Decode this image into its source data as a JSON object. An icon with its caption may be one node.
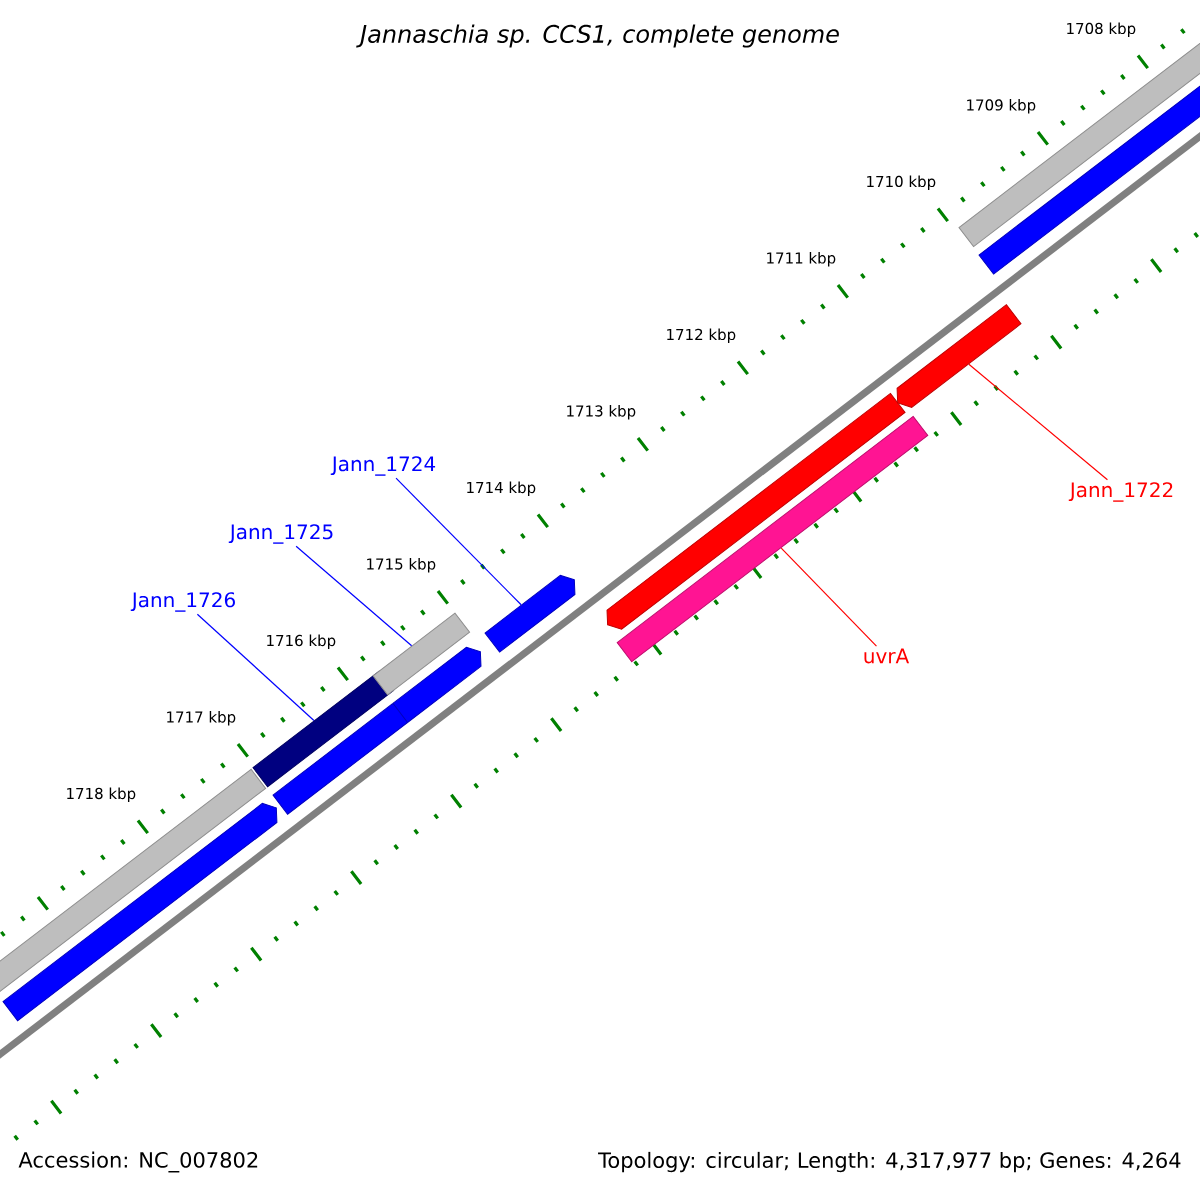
{
  "diagram": {
    "title": "Jannaschia sp. CCS1, complete genome",
    "nodes": [
      {
        "text": [
          "Jann_1724"
        ]
      },
      {
        "text": [
          "Jann_1725"
        ]
      },
      {
        "text": [
          "Jann_1726"
        ]
      },
      {
        "text": [
          "Jann_1722"
        ]
      },
      {
        "text": [
          "uvrA"
        ]
      },
      {
        "text": [],
        "shape": "bar"
      },
      {
        "text": [],
        "shape": "bar"
      },
      {
        "text": [],
        "shape": "arrow"
      },
      {
        "text": [],
        "shape": "bar"
      },
      {
        "text": [],
        "shape": "arrow"
      }
    ],
    "edges": [
      {
        "from": 0,
        "to": 7,
        "arrow": "none"
      },
      {
        "from": 1,
        "to": 6,
        "arrow": "none"
      },
      {
        "from": 2,
        "to": 5,
        "arrow": "none"
      },
      {
        "from": 3,
        "to": 9,
        "arrow": "none",
        "color": "#ff0000"
      },
      {
        "from": 4,
        "to": 8,
        "arrow": "none",
        "color": "#ff0000"
      }
    ],
    "labels": [
      "1708 kbp",
      "1709 kbp",
      "1710 kbp",
      "1711 kbp",
      "1712 kbp",
      "1713 kbp",
      "1714 kbp",
      "1715 kbp",
      "1716 kbp",
      "1717 kbp",
      "1718 kbp",
      "Accession: NC_007802",
      "Topology: circular; Length: 4,317,977 bp; Genes: 4,264"
    ]
  }
}
